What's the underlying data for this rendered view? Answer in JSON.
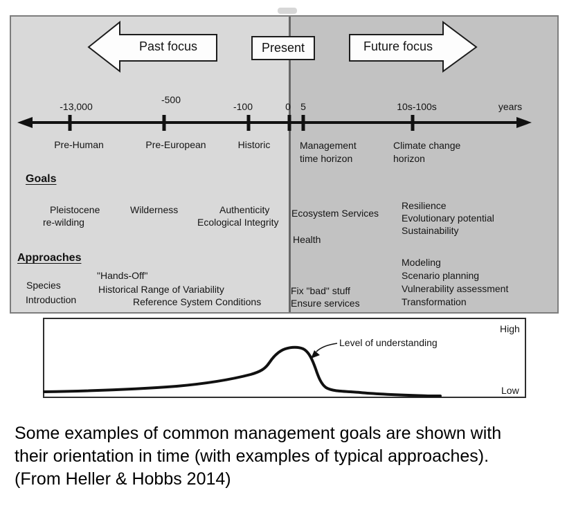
{
  "figure": {
    "focus_bar": {
      "past": "Past focus",
      "present": "Present",
      "future": "Future focus"
    },
    "timeline": {
      "unit": "years",
      "tick_values": [
        "-13,000",
        "-500",
        "-100",
        "0",
        "5",
        "10s-100s"
      ],
      "era_labels": {
        "pre_human": "Pre-Human",
        "pre_european": "Pre-European",
        "historic": "Historic",
        "management": "Management time horizon",
        "climate": "Climate change horizon"
      }
    },
    "goals": {
      "heading": "Goals",
      "pleistocene_l1": "Pleistocene",
      "pleistocene_l2": "re-wilding",
      "wilderness": "Wilderness",
      "authenticity": "Authenticity",
      "ecological_integrity": "Ecological Integrity",
      "ecosystem_services": "Ecosystem Services",
      "health": "Health",
      "resilience": "Resilience",
      "evolutionary_potential": "Evolutionary potential",
      "sustainability": "Sustainability"
    },
    "approaches": {
      "heading": "Approaches",
      "species_l1": "Species",
      "species_l2": "Introduction",
      "hands_off": "\"Hands-Off\"",
      "historical_range": "Historical Range of Variability",
      "reference_system": "Reference System Conditions",
      "fix_bad": "Fix \"bad\" stuff",
      "ensure_services": "Ensure services",
      "modeling": "Modeling",
      "scenario_planning": "Scenario planning",
      "vulnerability": "Vulnerability assessment",
      "transformation": "Transformation"
    },
    "understanding_plot": {
      "curve_label": "Level of understanding",
      "high": "High",
      "low": "Low"
    }
  },
  "caption": {
    "line1": "Some examples of common management goals are shown with",
    "line2": "their orientation in time (with examples of typical approaches).",
    "line3": "(From Heller & Hobbs 2014)"
  },
  "colors": {
    "left_panel": "#d9d9d9",
    "right_panel": "#c2c2c2",
    "panel_border": "#7d7d7d",
    "divider": "#686868",
    "ink": "#111111"
  },
  "chart_data": {
    "type": "line",
    "title": "Level of understanding",
    "y_axis_labels": [
      "Low",
      "High"
    ],
    "x_axis": "time (aligned with timeline panels above: past at left, present near middle, future at right)",
    "legend_position": "annotation arrow inside plot",
    "grid": false,
    "points_fraction_x_y": [
      [
        0.0,
        0.06
      ],
      [
        0.15,
        0.07
      ],
      [
        0.3,
        0.1
      ],
      [
        0.38,
        0.16
      ],
      [
        0.44,
        0.28
      ],
      [
        0.47,
        0.45
      ],
      [
        0.5,
        0.6
      ],
      [
        0.53,
        0.62
      ],
      [
        0.55,
        0.55
      ],
      [
        0.56,
        0.4
      ],
      [
        0.57,
        0.22
      ],
      [
        0.59,
        0.12
      ],
      [
        0.65,
        0.09
      ],
      [
        0.75,
        0.06
      ],
      [
        0.82,
        0.05
      ]
    ]
  }
}
